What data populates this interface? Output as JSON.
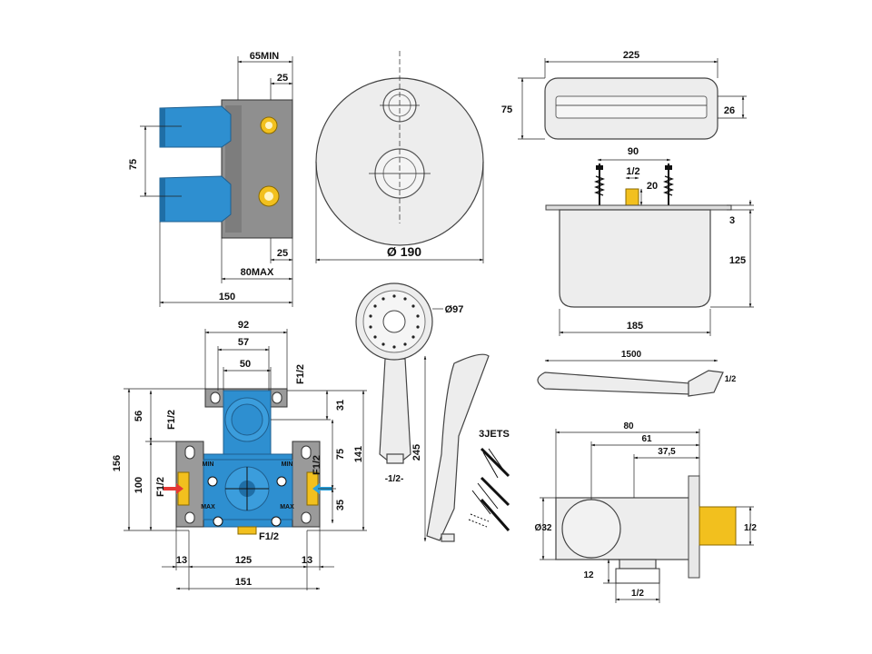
{
  "colors": {
    "blue": "#2e8fd0",
    "blue_dark": "#1f6ea6",
    "brass": "#f2c01e",
    "gray_body": "#8d8d8d",
    "chrome": "#ececec",
    "red": "#e53935",
    "arrow_blue": "#2aa3e0"
  },
  "valve_side": {
    "d65min": "65MIN",
    "d25_top": "25",
    "d75": "75",
    "d25_bottom": "25",
    "d80max": "80MAX",
    "d150": "150"
  },
  "plate": {
    "diameter": "Ø 190"
  },
  "spout": {
    "d225": "225",
    "d75": "75",
    "d26": "26",
    "d90": "90",
    "d1_2": "1/2",
    "d20": "20",
    "d3": "3",
    "d125": "125",
    "d185": "185"
  },
  "valve_front": {
    "d92": "92",
    "d57": "57",
    "d50": "50",
    "f12_top_left": "F1/2",
    "f12_top_right": "F1/2",
    "d31": "31",
    "d56": "56",
    "d156": "156",
    "d100": "100",
    "d141": "141",
    "d75": "75",
    "d35": "35",
    "f12_left": "F1/2",
    "f12_right": "F1/2",
    "f12_bottom": "F1/2",
    "d13_left": "13",
    "d125": "125",
    "d13_right": "13",
    "d151": "151",
    "label_min_left": "MIN",
    "label_min_right": "MIN",
    "label_max_left": "MAX",
    "label_max_right": "MAX"
  },
  "handshower": {
    "d97": "Ø97",
    "d245": "245",
    "d1_2": "-1/2-",
    "jets": "3JETS"
  },
  "hose": {
    "d1500": "1500",
    "d1_2": "1/2"
  },
  "elbow": {
    "d80": "80",
    "d61": "61",
    "d37_5": "37,5",
    "d32": "Ø32",
    "d1_2_right": "1/2",
    "d12": "12",
    "d1_2_bottom": "1/2"
  }
}
